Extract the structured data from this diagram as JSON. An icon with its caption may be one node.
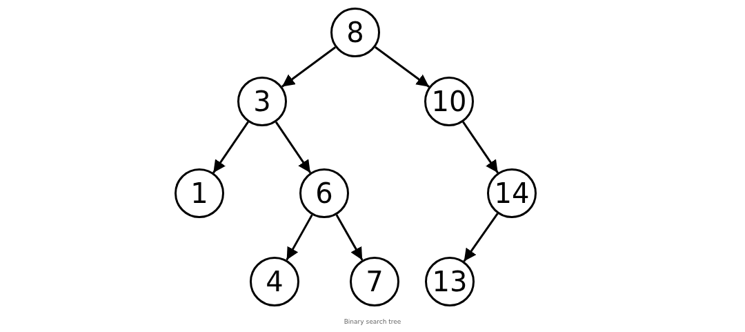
{
  "diagram": {
    "caption": "Binary search tree",
    "nodes": [
      {
        "text": [
          "8"
        ]
      },
      {
        "text": [
          "3"
        ]
      },
      {
        "text": [
          "10"
        ]
      },
      {
        "text": [
          "1"
        ]
      },
      {
        "text": [
          "6"
        ]
      },
      {
        "text": [
          "14"
        ]
      },
      {
        "text": [
          "4"
        ]
      },
      {
        "text": [
          "7"
        ]
      },
      {
        "text": [
          "13"
        ]
      }
    ],
    "edges": [
      {
        "from": 0,
        "to": 1,
        "arrow": "to"
      },
      {
        "from": 0,
        "to": 2,
        "arrow": "to"
      },
      {
        "from": 1,
        "to": 3,
        "arrow": "to"
      },
      {
        "from": 1,
        "to": 4,
        "arrow": "to"
      },
      {
        "from": 2,
        "to": 5,
        "arrow": "to"
      },
      {
        "from": 4,
        "to": 6,
        "arrow": "to"
      },
      {
        "from": 4,
        "to": 7,
        "arrow": "to"
      },
      {
        "from": 5,
        "to": 8,
        "arrow": "to"
      }
    ]
  }
}
